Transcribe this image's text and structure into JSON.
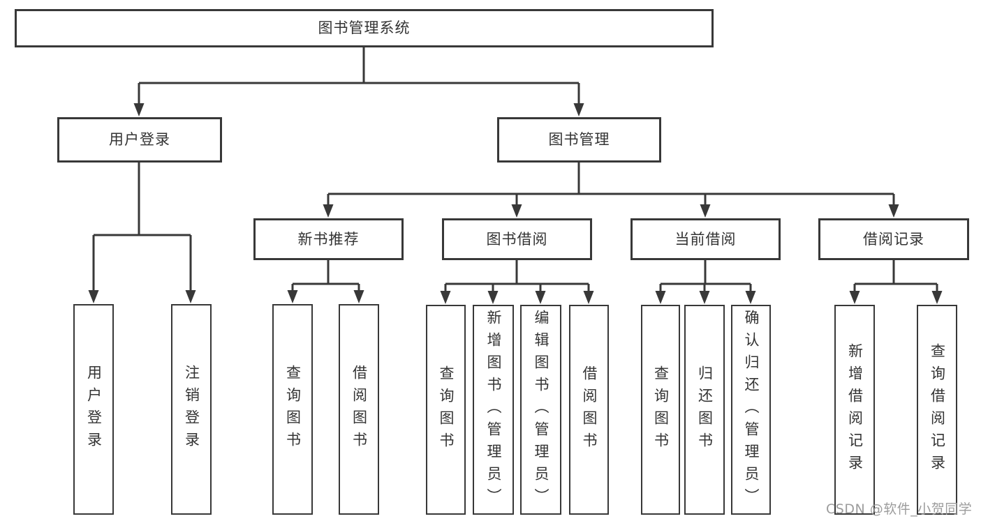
{
  "diagram": {
    "root": "图书管理系统",
    "level2": [
      "用户登录",
      "图书管理"
    ],
    "level3": [
      "新书推荐",
      "图书借阅",
      "当前借阅",
      "借阅记录"
    ],
    "leaves": {
      "userLogin": [
        "用户登录",
        "注销登录"
      ],
      "newBook": [
        "查询图书",
        "借阅图书"
      ],
      "bookBorrow": [
        "查询图书",
        "新增图书（管理员）",
        "编辑图书（管理员）",
        "借阅图书"
      ],
      "currentBorrow": [
        "查询图书",
        "归还图书",
        "确认归还（管理员）"
      ],
      "borrowRecord": [
        "新增借阅记录",
        "查询借阅记录"
      ]
    },
    "line_color": "#383838",
    "text_color": "#333333",
    "watermark_color": "#9c9c9c"
  },
  "watermark": "CSDN @软件_小贺同学"
}
